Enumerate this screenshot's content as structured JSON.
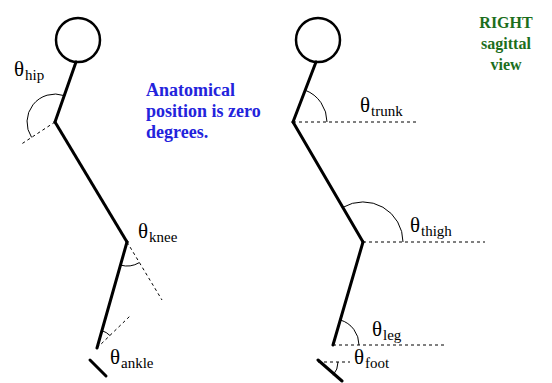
{
  "diagram": {
    "labels": [
      "RIGHT sagittal view",
      "Anatomical position is zero degrees.",
      "θ",
      "hip",
      "θ",
      "knee",
      "θ",
      "ankle",
      "θ",
      "trunk",
      "θ",
      "thigh",
      "θ",
      "leg",
      "θ",
      "foot"
    ]
  }
}
